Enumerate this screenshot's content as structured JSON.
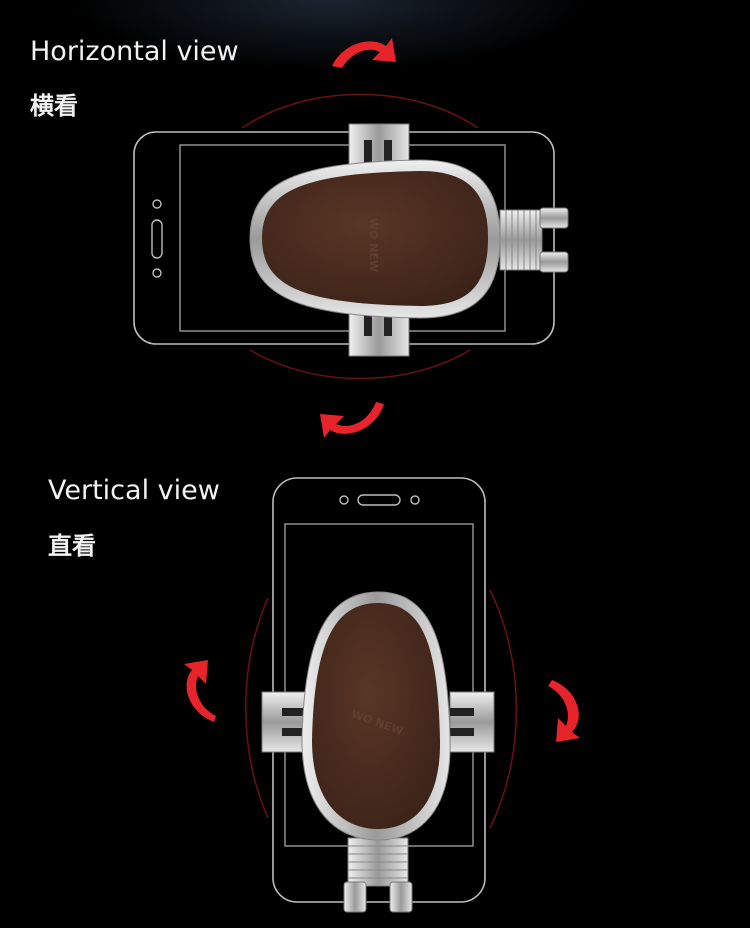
{
  "horizontal": {
    "title_en": "Horizontal view",
    "title_cn": "横看"
  },
  "vertical": {
    "title_en": "Vertical view",
    "title_cn": "直看"
  },
  "holder": {
    "brand_mark": "WO NEW"
  },
  "colors": {
    "background": "#000000",
    "arrow": "#e8242b",
    "guide_arc": "#6d1014",
    "leather": "#4a2c20",
    "chrome": "#c9c9c9",
    "phone_outline": "#bdbdbd"
  }
}
